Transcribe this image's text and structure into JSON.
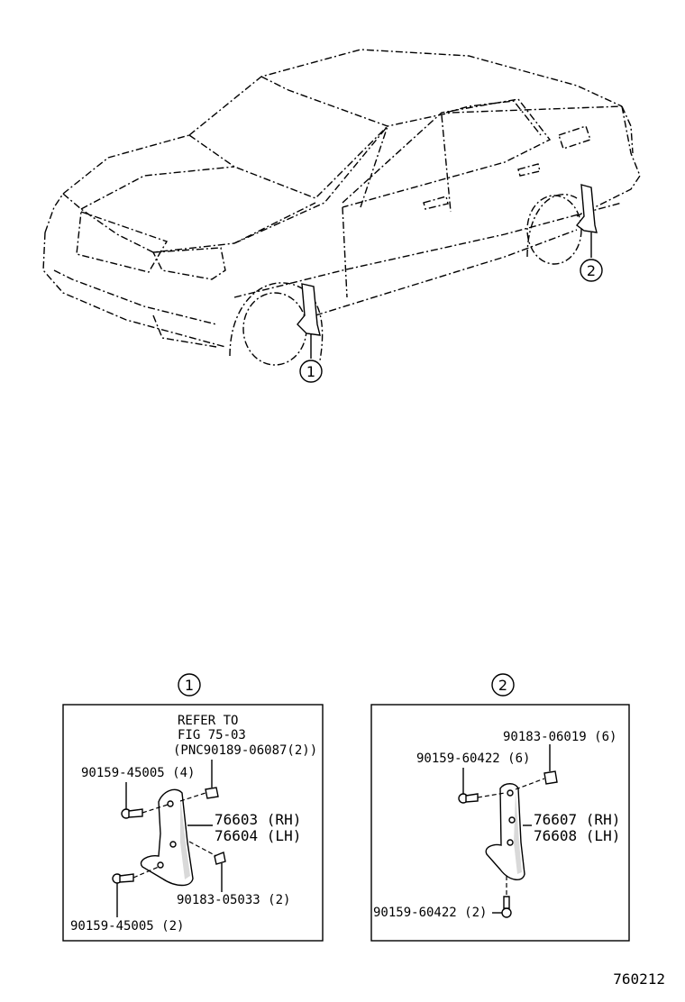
{
  "callouts": {
    "one": "1",
    "two": "2"
  },
  "detail1": {
    "refer_line1": "REFER TO",
    "refer_line2": "FIG 75-03",
    "refer_line3": "(PNC90189-06087(2))",
    "bolt_top": "90159-45005 (4)",
    "part_rh": "76603 (RH)",
    "part_lh": "76604 (LH)",
    "clip": "90183-05033 (2)",
    "bolt_bottom": "90159-45005 (2)"
  },
  "detail2": {
    "nut_top": "90183-06019 (6)",
    "bolt_top": "90159-60422 (6)",
    "part_rh": "76607 (RH)",
    "part_lh": "76608 (LH)",
    "bolt_bottom": "90159-60422 (2)"
  },
  "figure_id": "760212"
}
